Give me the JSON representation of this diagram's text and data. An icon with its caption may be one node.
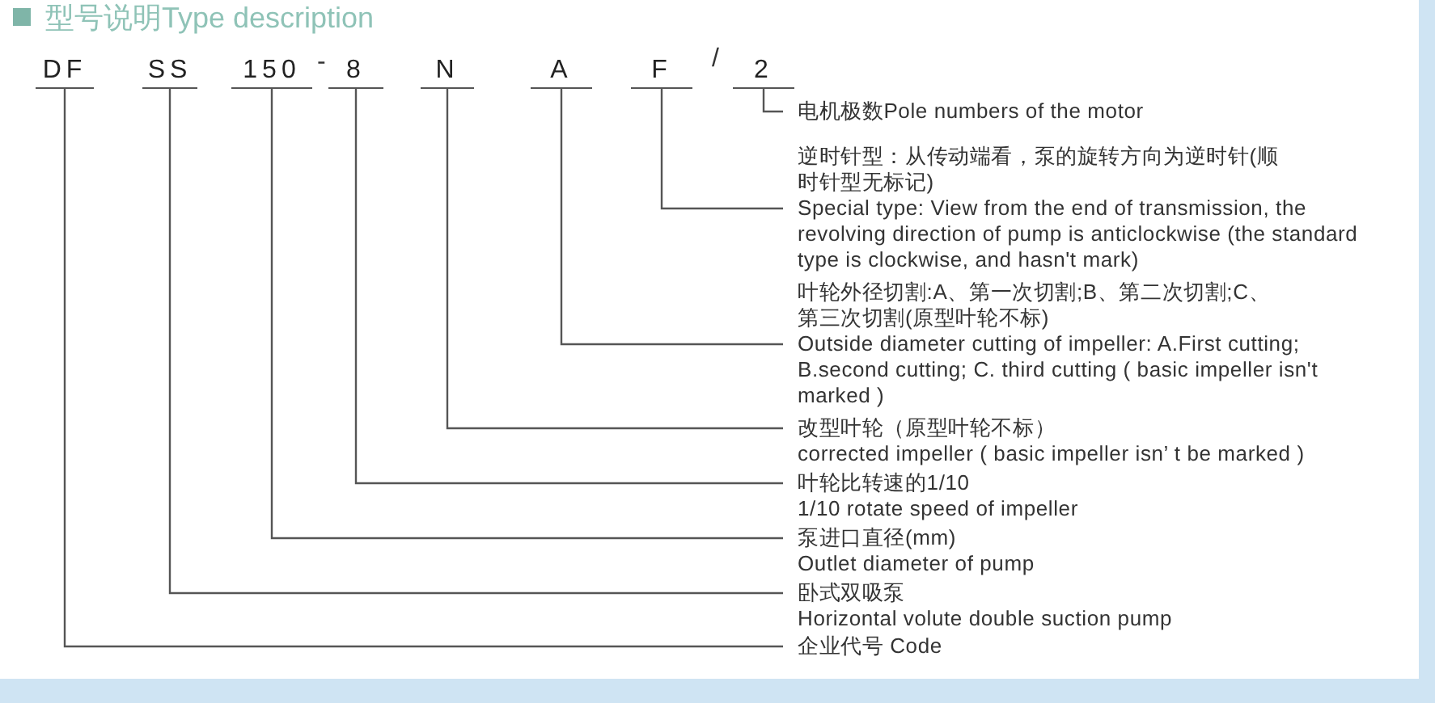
{
  "diagram": {
    "title": "型号说明Type description",
    "nodes": [
      {
        "text": [
          "DF"
        ]
      },
      {
        "text": [
          "SS"
        ]
      },
      {
        "text": [
          "150"
        ]
      },
      {
        "text": [
          "8"
        ]
      },
      {
        "text": [
          "N"
        ]
      },
      {
        "text": [
          "A"
        ]
      },
      {
        "text": [
          "F"
        ]
      },
      {
        "text": [
          "2"
        ]
      },
      {
        "text": [
          "电机极数Pole numbers of the motor"
        ]
      },
      {
        "text": [
          "逆时针型：从传动端看，泵的旋转方向为逆时针(顺时针型无标记)",
          "Special type: View from the end of transmission, the revolving direction of pump is anticlockwise (the standard type is clockwise, and hasn't mark)"
        ]
      },
      {
        "text": [
          "叶轮外径切割:A、第一次切割;B、第二次切割;C、第三次切割(原型叶轮不标)",
          "Outside diameter cutting of impeller: A.First cutting; B.second cutting; C. third cutting ( basic impeller isn't marked )"
        ]
      },
      {
        "text": [
          "改型叶轮（原型叶轮不标）",
          "corrected impeller ( basic impeller isn’ t be marked )"
        ]
      },
      {
        "text": [
          "叶轮比转速的1/10",
          "1/10 rotate speed of impeller"
        ]
      },
      {
        "text": [
          "泵进口直径(mm)",
          "Outlet diameter of pump"
        ]
      },
      {
        "text": [
          "卧式双吸泵",
          "Horizontal volute double suction pump"
        ]
      },
      {
        "text": [
          "企业代号 Code"
        ]
      }
    ],
    "edges": [
      {
        "from": 0,
        "to": 15,
        "arrow": "none"
      },
      {
        "from": 1,
        "to": 14,
        "arrow": "none"
      },
      {
        "from": 2,
        "to": 13,
        "arrow": "none"
      },
      {
        "from": 3,
        "to": 12,
        "arrow": "none"
      },
      {
        "from": 4,
        "to": 11,
        "arrow": "none"
      },
      {
        "from": 5,
        "to": 10,
        "arrow": "none"
      },
      {
        "from": 6,
        "to": 9,
        "arrow": "none"
      },
      {
        "from": 7,
        "to": 8,
        "arrow": "none"
      }
    ],
    "labels": [
      "-",
      "/"
    ]
  }
}
